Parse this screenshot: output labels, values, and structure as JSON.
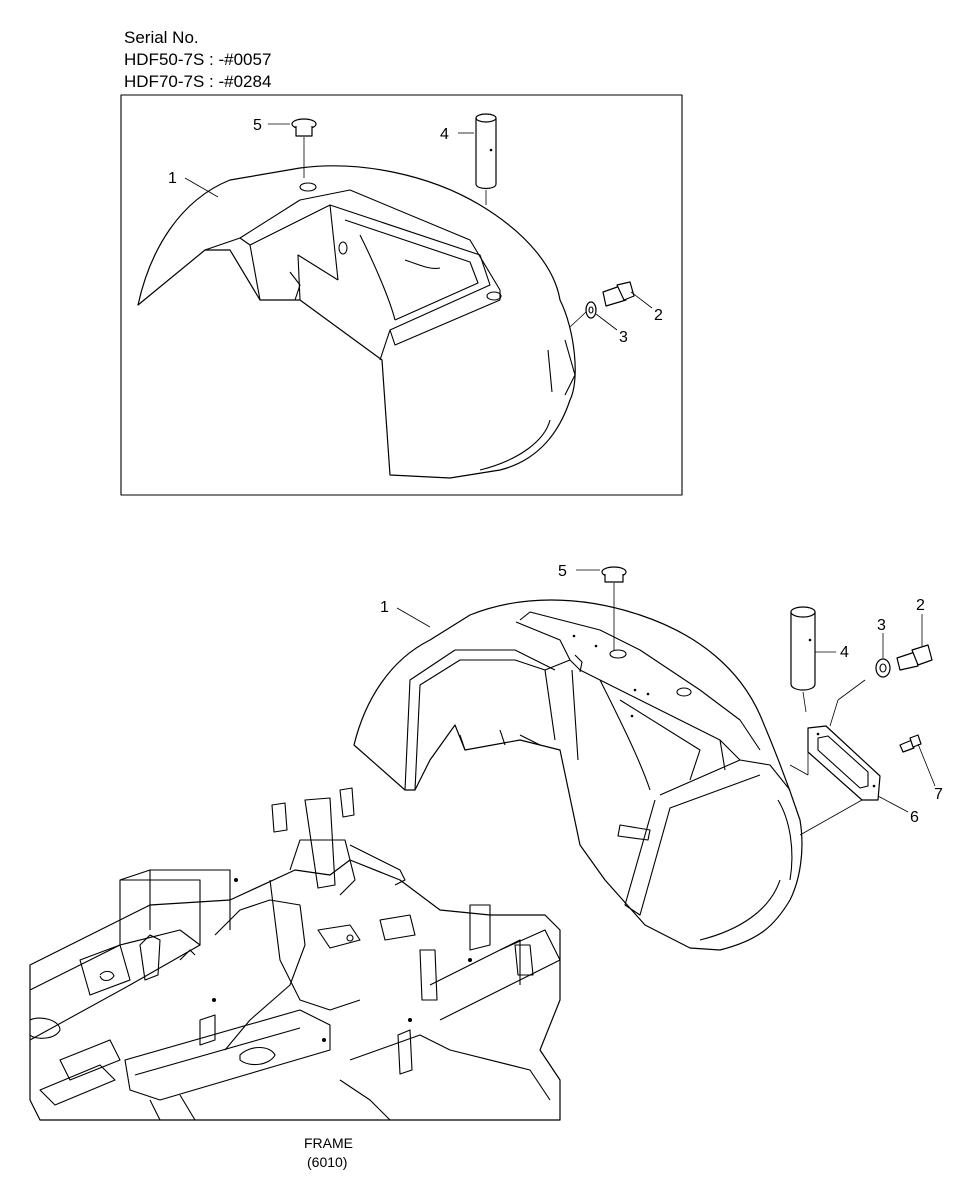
{
  "header": {
    "serial_label": "Serial No.",
    "serial_lines": [
      "HDF50-7S : -#0057",
      "HDF70-7S : -#0284"
    ]
  },
  "inset": {
    "callouts": [
      "1",
      "2",
      "3",
      "4",
      "5"
    ]
  },
  "main": {
    "callouts": [
      "1",
      "2",
      "3",
      "4",
      "5",
      "6",
      "7"
    ]
  },
  "frame_caption": {
    "name": "FRAME",
    "code": "(6010)"
  }
}
